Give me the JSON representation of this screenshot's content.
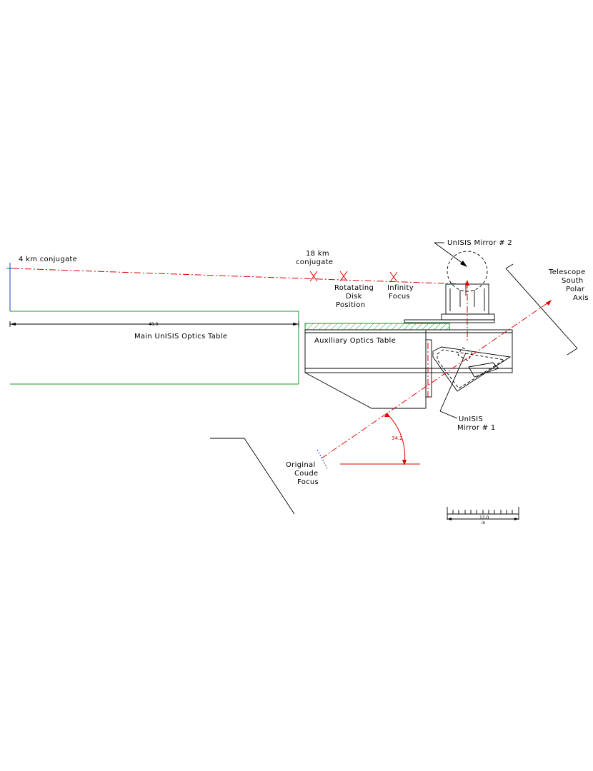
{
  "labels": {
    "conj4": "4 km conjugate",
    "conj18_a": "18 km",
    "conj18_b": "conjugate",
    "rot_a": "Rotatating",
    "rot_b": "Disk",
    "rot_c": "Position",
    "inf_a": "Infinity",
    "inf_b": "Focus",
    "mirror2": "UnISIS Mirror # 2",
    "tel_a": "Telescope",
    "tel_b": "South",
    "tel_c": "Polar",
    "tel_d": "Axis",
    "dim48": "48.0",
    "main_table": "Main UnISIS Optics Table",
    "aux_table": "Auxiliary Optics Table",
    "mirror1_a": "UnISIS",
    "mirror1_b": "Mirror # 1",
    "angle": "34.2",
    "coude_a": "Original",
    "coude_b": "Coude",
    "coude_c": "Focus",
    "scale_value": "12.0",
    "scale_unit": "in"
  },
  "colors": {
    "beam": "#e00000",
    "table_outline": "#1a9a2a",
    "focus_marker": "#2040c0",
    "line": "#000000"
  }
}
